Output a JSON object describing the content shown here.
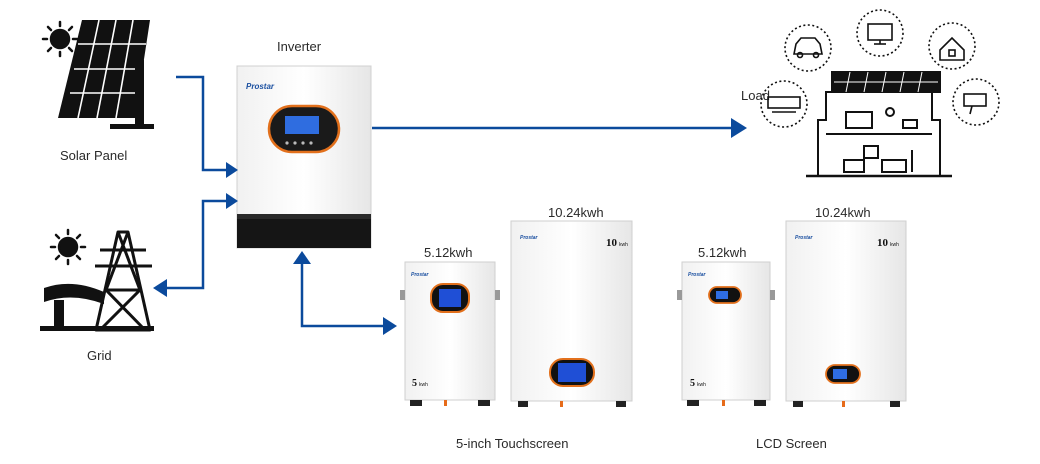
{
  "labels": {
    "inverter": "Inverter",
    "load": "Load",
    "solar_panel": "Solar Panel",
    "grid": "Grid",
    "bat1_capacity": "5.12kwh",
    "bat2_capacity": "10.24kwh",
    "bat3_capacity": "5.12kwh",
    "bat4_capacity": "10.24kwh",
    "group_touch": "5-inch Touchscreen",
    "group_lcd": "LCD Screen"
  },
  "brand": "Prostar",
  "battery_marks": {
    "small": "5",
    "large": "10",
    "unit": "kwh"
  },
  "colors": {
    "arrow": "#0b4a9c",
    "screen_blue": "#1f4fd6",
    "screen_ring": "#e2701c",
    "accent_orange": "#e66b1a",
    "line_dark": "#222222"
  }
}
